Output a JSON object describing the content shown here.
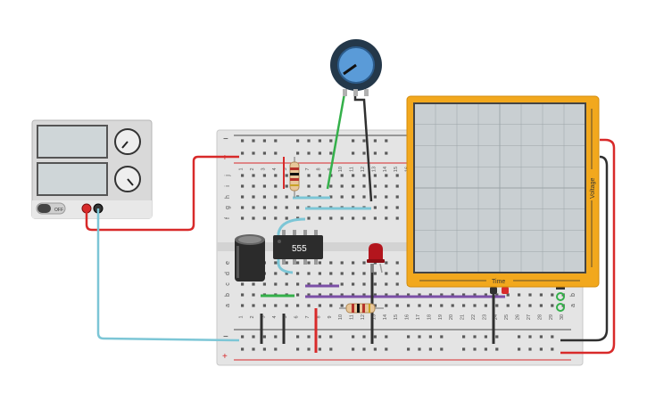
{
  "colors": {
    "background": "#ffffff",
    "breadboard": "#e4e4e4",
    "rail_red": "#d8282a",
    "rail_dark": "#4a4a4a",
    "wire_red": "#d82a2a",
    "wire_blue": "#7cc6d6",
    "wire_green": "#34b04a",
    "wire_black": "#303030",
    "wire_purple": "#7b4fa6",
    "scope_frame": "#f2a81d",
    "scope_screen": "#c9cfd2",
    "pot_body": "#24384a",
    "pot_knob": "#5a9bd8"
  },
  "power_supply": {
    "off_label": "OFF",
    "knob1_icon": "knob-dial-icon",
    "knob2_icon": "knob-dial-icon"
  },
  "breadboard": {
    "column_numbers": [
      "1",
      "2",
      "3",
      "4",
      "5",
      "6",
      "7",
      "8",
      "9",
      "10",
      "11",
      "12",
      "13",
      "14",
      "15",
      "16",
      "17",
      "18",
      "19",
      "20",
      "21",
      "22",
      "23",
      "24",
      "25",
      "26",
      "27",
      "28",
      "29",
      "30"
    ],
    "top_row_letters": [
      "j",
      "i",
      "h",
      "g",
      "f"
    ],
    "bottom_row_letters": [
      "e",
      "d",
      "c",
      "b",
      "a"
    ],
    "rail_minus": "−",
    "rail_plus": "+"
  },
  "ic": {
    "label": "555"
  },
  "oscilloscope": {
    "x_label": "Time",
    "y_label": "Voltage"
  }
}
